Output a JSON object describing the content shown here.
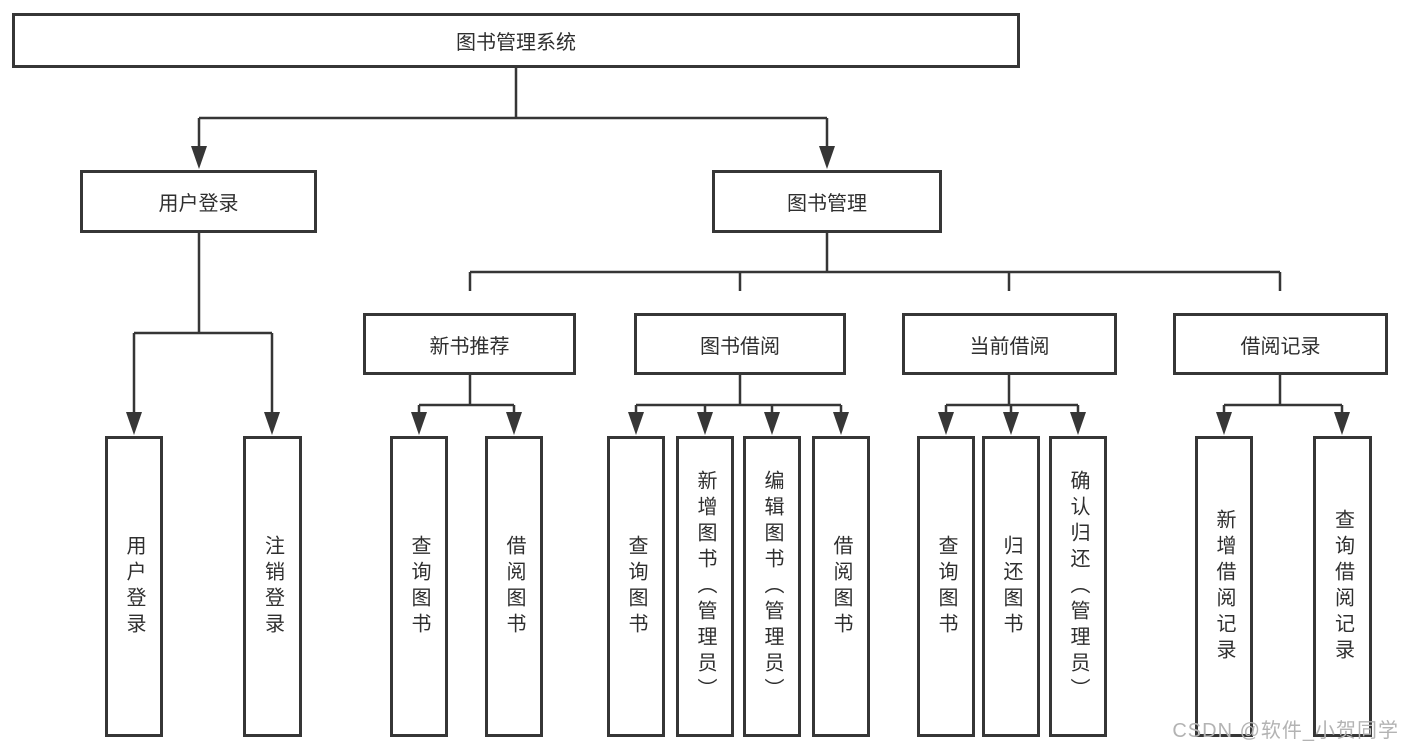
{
  "colors": {
    "line": "#363636",
    "box_border": "#363636",
    "text": "#2f2f2f",
    "background": "#ffffff",
    "watermark": "#b3b3b3"
  },
  "root": {
    "label": "图书管理系统"
  },
  "level2": [
    {
      "label": "用户登录"
    },
    {
      "label": "图书管理"
    }
  ],
  "level3": [
    {
      "label": "新书推荐"
    },
    {
      "label": "图书借阅"
    },
    {
      "label": "当前借阅"
    },
    {
      "label": "借阅记录"
    }
  ],
  "leaves": [
    {
      "label": "用户登录"
    },
    {
      "label": "注销登录"
    },
    {
      "label": "查询图书"
    },
    {
      "label": "借阅图书"
    },
    {
      "label": "查询图书"
    },
    {
      "label": "新增图书（管理员）"
    },
    {
      "label": "编辑图书（管理员）"
    },
    {
      "label": "借阅图书"
    },
    {
      "label": "查询图书"
    },
    {
      "label": "归还图书"
    },
    {
      "label": "确认归还（管理员）"
    },
    {
      "label": "新增借阅记录"
    },
    {
      "label": "查询借阅记录"
    }
  ],
  "watermark": "CSDN @软件_小贺同学"
}
